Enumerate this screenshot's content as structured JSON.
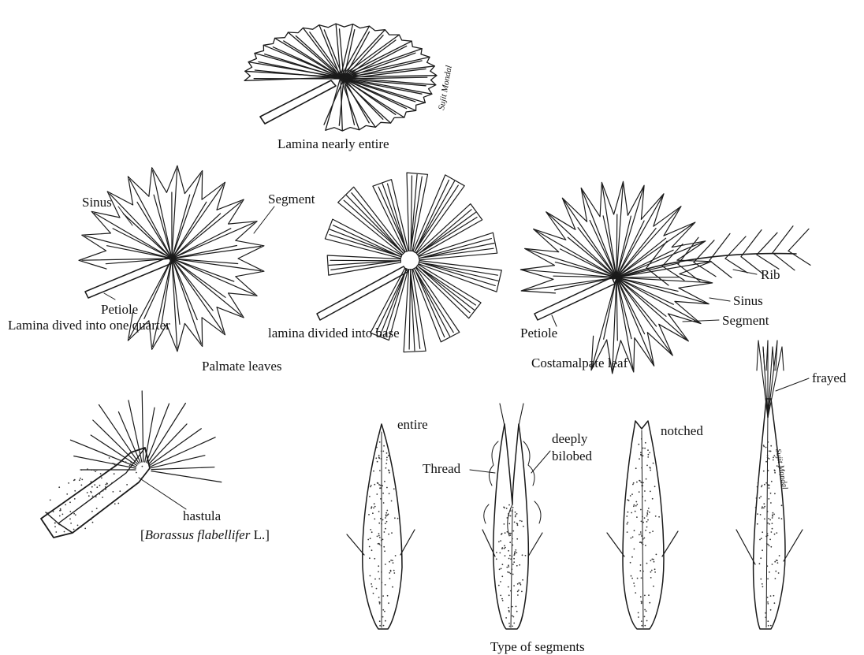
{
  "colors": {
    "ink": "#1a1a1a",
    "paper": "#ffffff"
  },
  "figures": {
    "entire_leaf": {
      "caption": "Lamina nearly entire"
    },
    "quarter_leaf": {
      "caption": "Lamina dived into one quarter",
      "labels": {
        "sinus": "Sinus",
        "segment": "Segment",
        "petiole": "Petiole"
      }
    },
    "base_leaf": {
      "caption": "lamina divided into base"
    },
    "costa_leaf": {
      "caption": "Costamalpate leaf",
      "labels": {
        "rib": "Rib",
        "sinus": "Sinus",
        "segment": "Segment",
        "petiole": "Petiole"
      }
    },
    "palmate_group": {
      "caption": "Palmate leaves"
    },
    "hastula": {
      "label": "hastula",
      "species_open": "[",
      "species_italic": "Borassus flabellifer",
      "species_close": " L.]"
    },
    "segments": {
      "caption": "Type of segments",
      "entire": "entire",
      "thread": "Thread",
      "deeply": "deeply",
      "bilobed": "bilobed",
      "notched": "notched",
      "frayed": "frayed"
    }
  },
  "signature": "Sujit Mondal"
}
